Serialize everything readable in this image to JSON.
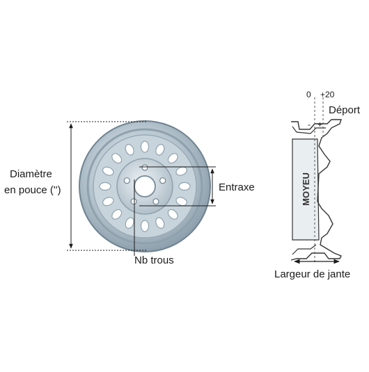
{
  "labels": {
    "diametre_line1": "Diamètre",
    "diametre_line2": "en pouce ('')",
    "entraxe": "Entraxe",
    "nb_trous": "Nb trous",
    "deport": "Déport",
    "offset_zero": "0",
    "offset_plus20": "+20",
    "minus_sign": "-",
    "plus_sign": "+",
    "moyeu": "MOYEU",
    "largeur_jante": "Largeur de jante"
  },
  "colors": {
    "wheel_dark": "#8fa1ad",
    "wheel_mid": "#b7c6cf",
    "wheel_light": "#dfe7ec",
    "line": "#1a1a1a",
    "guide": "#555555"
  },
  "icons": {
    "wheel": "steel-wheel-icon",
    "rim_profile": "rim-cross-section-icon"
  }
}
